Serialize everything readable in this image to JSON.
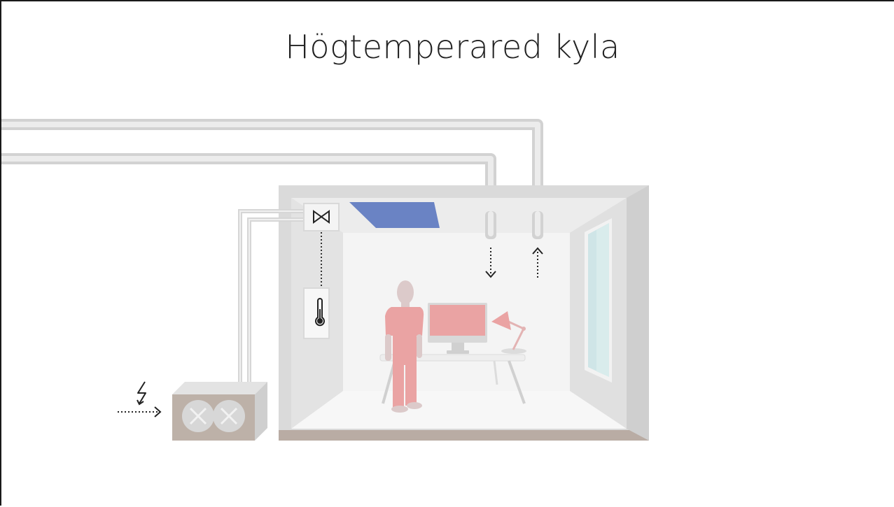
{
  "slide": {
    "title": "Högtemperared kyla"
  },
  "diagram": {
    "elements": [
      {
        "name": "supply-pipe"
      },
      {
        "name": "return-pipe"
      },
      {
        "name": "room"
      },
      {
        "name": "chilled-ceiling-panel"
      },
      {
        "name": "control-valve"
      },
      {
        "name": "thermostat"
      },
      {
        "name": "outdoor-chiller-unit"
      },
      {
        "name": "electricity"
      },
      {
        "name": "heat-rejection"
      },
      {
        "name": "person"
      },
      {
        "name": "computer-monitor"
      },
      {
        "name": "desk-lamp"
      },
      {
        "name": "desk"
      },
      {
        "name": "window"
      }
    ],
    "flows": [
      {
        "name": "cool-air-down",
        "direction": "down"
      },
      {
        "name": "warm-air-up",
        "direction": "up"
      }
    ]
  },
  "colors": {
    "pipe_outer": "#d4d4d4",
    "pipe_inner": "#eeeeee",
    "room_wall": "#e6e6e6",
    "room_back": "#f3f3f3",
    "room_floor_edge": "#b9aca4",
    "ceiling_panel": "#6a83c4",
    "person": "#eaa3a3",
    "person_head": "#dccaca",
    "unit_body": "#bdb1a8",
    "window_glass": "#d6e9ea",
    "line": "#222222"
  }
}
